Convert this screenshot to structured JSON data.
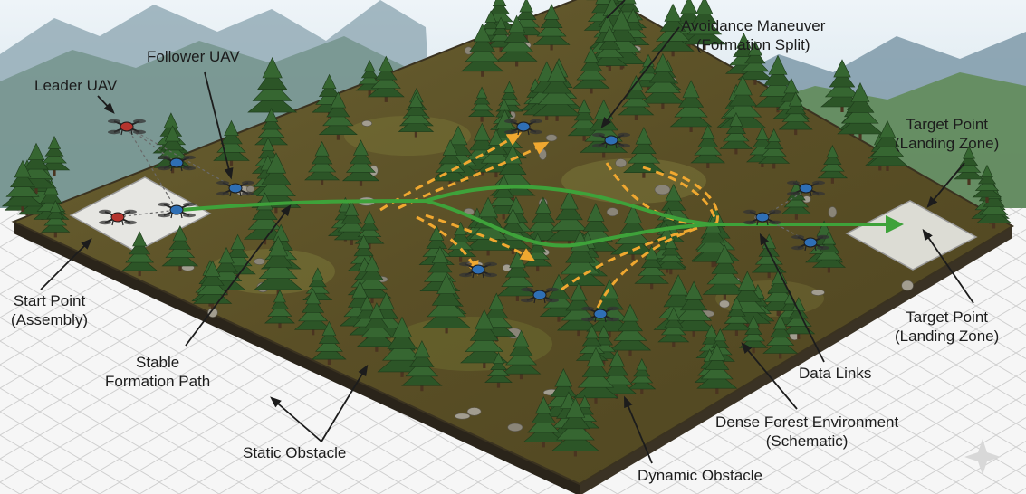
{
  "diagram": {
    "labels": {
      "leader_uav": "Leader UAV",
      "follower_uav": "Follower UAV",
      "avoidance_maneuver": [
        "Avoidance Maneuver",
        "(Formation Split)"
      ],
      "target_point_top": [
        "Target Point",
        "(Landing Zone)"
      ],
      "target_point_right": [
        "Target Point",
        "(Landing Zone)"
      ],
      "start_point": [
        "Start Point",
        "(Assembly)"
      ],
      "stable_formation_path": [
        "Stable",
        "Formation Path"
      ],
      "data_links": "Data Links",
      "dense_forest": [
        "Dense Forest Environment",
        "(Schematic)"
      ],
      "static_obstacle": "Static Obstacle",
      "dynamic_obstacle": "Dynamic Obstacle"
    },
    "colors": {
      "leader_uav": "#b5352e",
      "follower_uav": "#2f6fb5",
      "formation_path": "#3ea23a",
      "avoidance_path": "#f0a830",
      "forest_floor": "#5d5328",
      "tree": "#2c5527",
      "sky": "#cfe0ea"
    },
    "icons": {
      "leader": "quadcopter-red-icon",
      "follower": "quadcopter-blue-icon",
      "tree": "pine-tree-icon",
      "rock": "boulder-icon"
    }
  }
}
